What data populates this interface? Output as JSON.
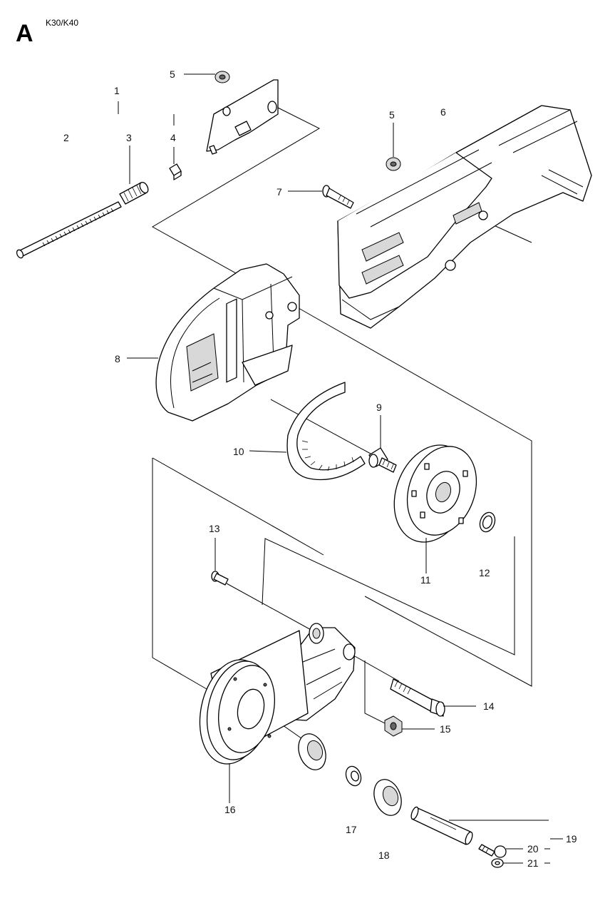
{
  "header": {
    "section_letter": "A",
    "model": "K30/K40"
  },
  "callouts": [
    "1",
    "2",
    "3",
    "4",
    "5",
    "5",
    "6",
    "7",
    "8",
    "9",
    "10",
    "11",
    "12",
    "13",
    "14",
    "15",
    "16",
    "17",
    "18",
    "19",
    "20",
    "21"
  ]
}
